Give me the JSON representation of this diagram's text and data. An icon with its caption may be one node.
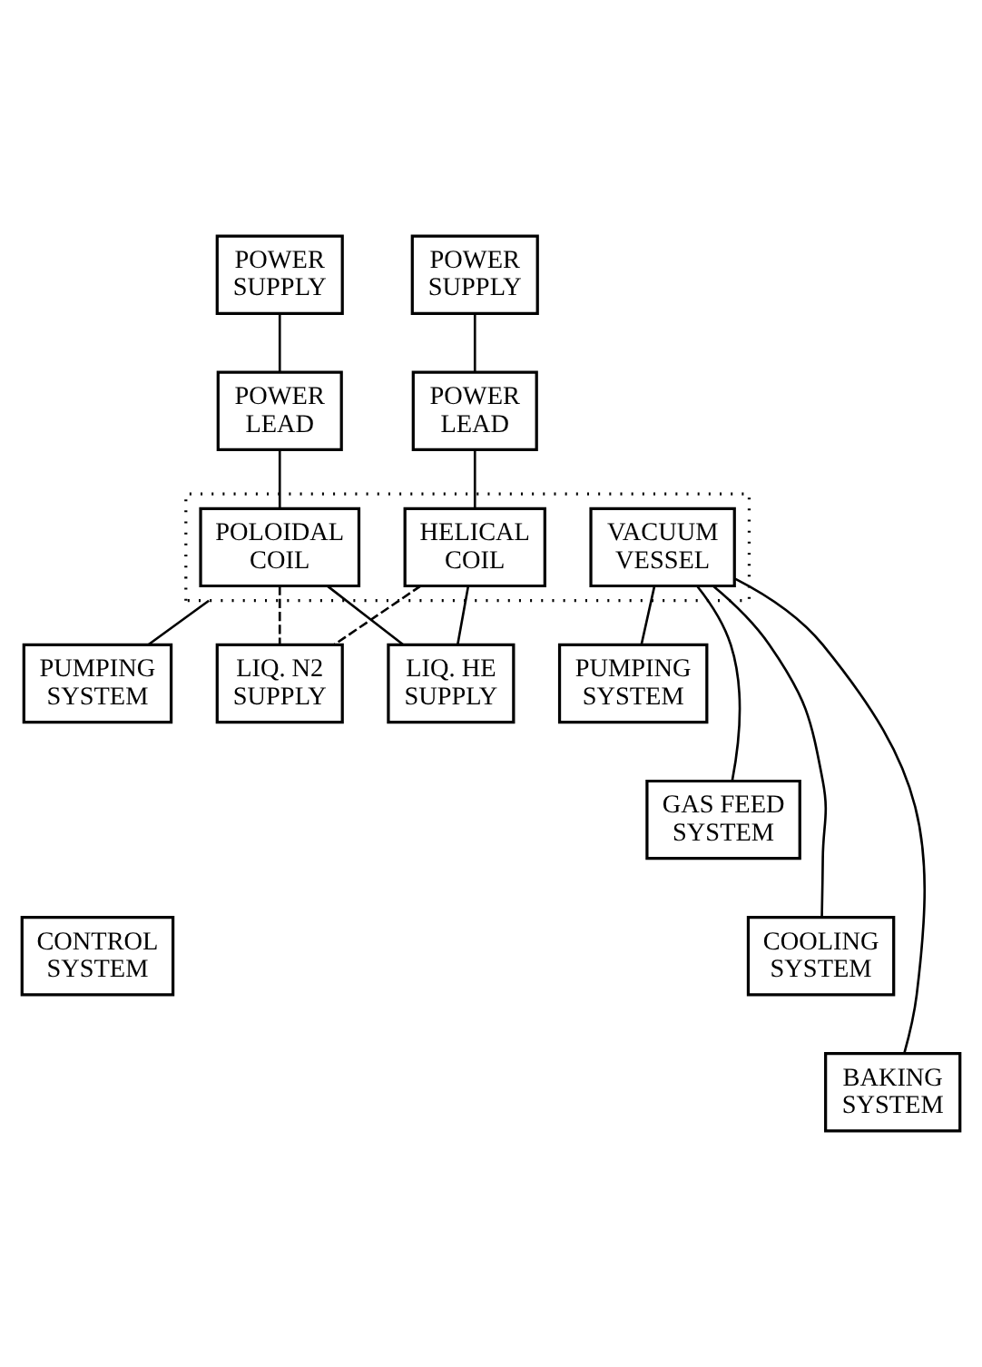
{
  "diagram": {
    "nodes": [
      {
        "text": [
          "POWER SUPPLY"
        ]
      },
      {
        "text": [
          "POWER SUPPLY"
        ]
      },
      {
        "text": [
          "POWER LEAD"
        ]
      },
      {
        "text": [
          "POWER LEAD"
        ]
      },
      {
        "text": [],
        "shape": "box"
      },
      {
        "text": [
          "POLOIDAL COIL"
        ],
        "in": 4
      },
      {
        "text": [
          "HELICAL COIL"
        ],
        "in": 4
      },
      {
        "text": [
          "VACUUM VESSEL"
        ],
        "in": 4
      },
      {
        "text": [
          "PUMPING SYSTEM"
        ]
      },
      {
        "text": [
          "LIQ. N2 SUPPLY"
        ]
      },
      {
        "text": [
          "LIQ. HE SUPPLY"
        ]
      },
      {
        "text": [
          "PUMPING SYSTEM"
        ]
      },
      {
        "text": [
          "GAS FEED SYSTEM"
        ]
      },
      {
        "text": [
          "COOLING SYSTEM"
        ]
      },
      {
        "text": [
          "BAKING SYSTEM"
        ]
      },
      {
        "text": [
          "CONTROL SYSTEM"
        ]
      }
    ],
    "edges": [
      {
        "from": 0,
        "to": 2,
        "arrow": "none"
      },
      {
        "from": 1,
        "to": 3,
        "arrow": "none"
      },
      {
        "from": 2,
        "to": 5,
        "arrow": "none"
      },
      {
        "from": 3,
        "to": 6,
        "arrow": "none"
      },
      {
        "from": 5,
        "to": 10,
        "arrow": "none"
      },
      {
        "from": 6,
        "to": 10,
        "arrow": "none"
      },
      {
        "from": 5,
        "to": 9,
        "arrow": "none",
        "style": "dashed"
      },
      {
        "from": 6,
        "to": 9,
        "arrow": "none",
        "style": "dashed"
      },
      {
        "from": 4,
        "to": 8,
        "arrow": "none"
      },
      {
        "from": 7,
        "to": 11,
        "arrow": "none"
      },
      {
        "from": 7,
        "to": 12,
        "arrow": "none"
      },
      {
        "from": 7,
        "to": 13,
        "arrow": "none"
      },
      {
        "from": 7,
        "to": 14,
        "arrow": "none"
      }
    ]
  }
}
